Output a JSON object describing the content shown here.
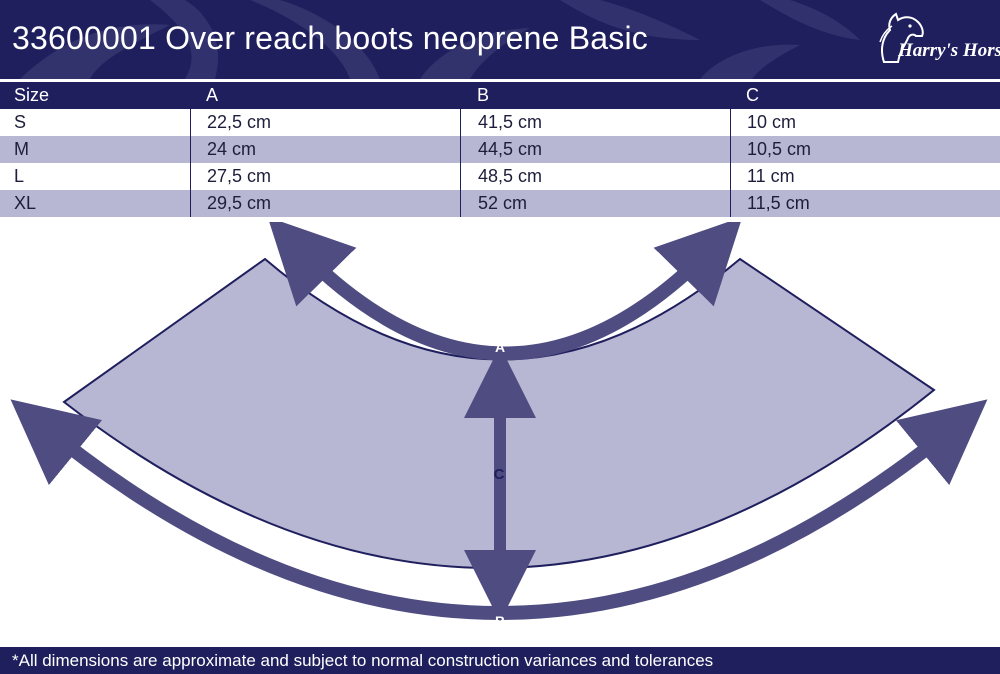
{
  "header": {
    "title": "33600001 Over reach boots neoprene Basic",
    "brand": "Harry's Horse"
  },
  "size_table": {
    "columns": [
      "Size",
      "A",
      "B",
      "C"
    ],
    "rows": [
      [
        "S",
        "22,5 cm",
        "41,5 cm",
        "10 cm"
      ],
      [
        "M",
        "24 cm",
        "44,5 cm",
        "10,5 cm"
      ],
      [
        "L",
        "27,5 cm",
        "48,5 cm",
        "11 cm"
      ],
      [
        "XL",
        "29,5 cm",
        "52 cm",
        "11,5 cm"
      ]
    ]
  },
  "diagram": {
    "label_a": "A",
    "label_b": "B",
    "label_c": "C"
  },
  "footer": {
    "note": "*All dimensions are approximate and subject to normal construction variances and tolerances"
  },
  "colors": {
    "navy": "#1f1f5e",
    "shape_fill": "#b7b6d3",
    "arrow": "#4e4c80",
    "alt_row": "#b7b6d3"
  }
}
